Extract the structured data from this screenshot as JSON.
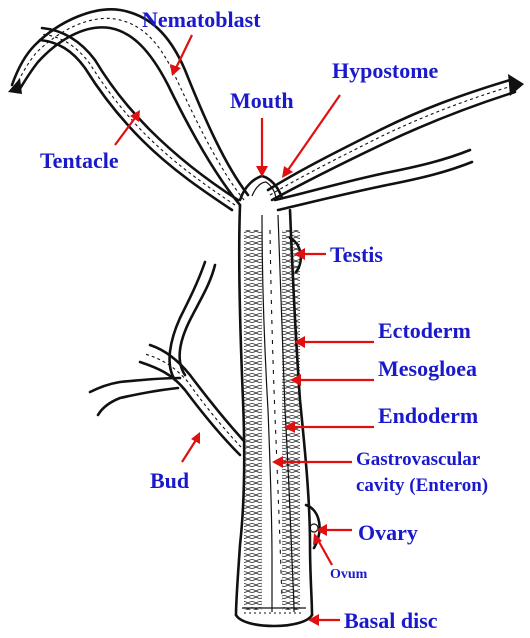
{
  "labels": {
    "nematoblast": "Nematoblast",
    "hypostome": "Hypostome",
    "mouth": "Mouth",
    "tentacle": "Tentacle",
    "testis": "Testis",
    "ectoderm": "Ectoderm",
    "mesogloea": "Mesogloea",
    "endoderm": "Endoderm",
    "gastro_line1": "Gastrovascular",
    "gastro_line2": "cavity (Enteron)",
    "bud": "Bud",
    "ovary": "Ovary",
    "ovum": "Ovum",
    "basal_disc": "Basal disc"
  },
  "colors": {
    "label": "#1a1acc",
    "arrow": "#e01010",
    "outline": "#111111",
    "background": "#ffffff"
  }
}
